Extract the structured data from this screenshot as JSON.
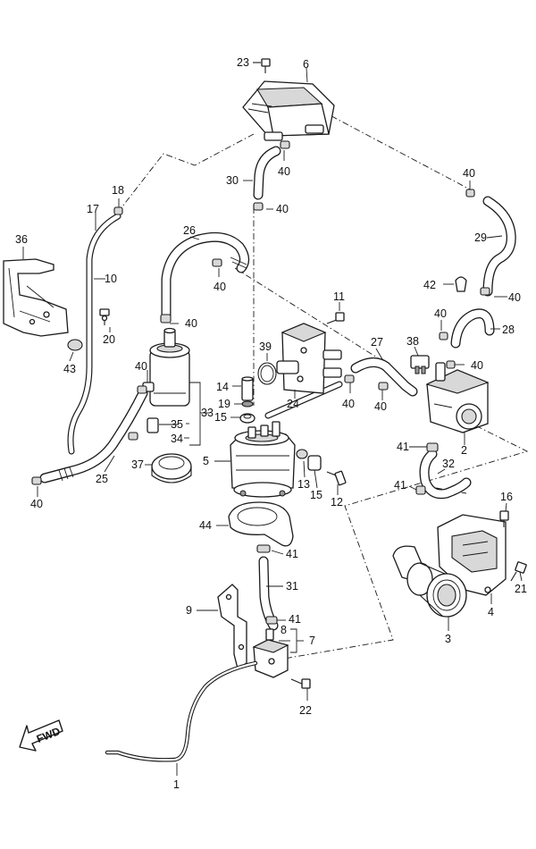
{
  "diagram": {
    "direction_label": "FWD",
    "callouts": [
      {
        "id": "p23",
        "label": "23"
      },
      {
        "id": "p6",
        "label": "6"
      },
      {
        "id": "p40a",
        "label": "40"
      },
      {
        "id": "p30",
        "label": "30"
      },
      {
        "id": "p40b",
        "label": "40"
      },
      {
        "id": "p40c",
        "label": "40"
      },
      {
        "id": "p18",
        "label": "18"
      },
      {
        "id": "p17",
        "label": "17"
      },
      {
        "id": "p36",
        "label": "36"
      },
      {
        "id": "p26",
        "label": "26"
      },
      {
        "id": "p29",
        "label": "29"
      },
      {
        "id": "p10",
        "label": "10"
      },
      {
        "id": "p40d",
        "label": "40"
      },
      {
        "id": "p42",
        "label": "42"
      },
      {
        "id": "p40e",
        "label": "40"
      },
      {
        "id": "p11",
        "label": "11"
      },
      {
        "id": "p20",
        "label": "20"
      },
      {
        "id": "p40f",
        "label": "40"
      },
      {
        "id": "p40g",
        "label": "40"
      },
      {
        "id": "p28",
        "label": "28"
      },
      {
        "id": "p27",
        "label": "27"
      },
      {
        "id": "p38",
        "label": "38"
      },
      {
        "id": "p39",
        "label": "39"
      },
      {
        "id": "p43",
        "label": "43"
      },
      {
        "id": "p40h",
        "label": "40"
      },
      {
        "id": "p40i",
        "label": "40"
      },
      {
        "id": "p14",
        "label": "14"
      },
      {
        "id": "p24",
        "label": "24"
      },
      {
        "id": "p33",
        "label": "33"
      },
      {
        "id": "p40j",
        "label": "40"
      },
      {
        "id": "p40k",
        "label": "40"
      },
      {
        "id": "p19",
        "label": "19"
      },
      {
        "id": "p35",
        "label": "35"
      },
      {
        "id": "p15a",
        "label": "15"
      },
      {
        "id": "p34",
        "label": "34"
      },
      {
        "id": "p2",
        "label": "2"
      },
      {
        "id": "p41a",
        "label": "41"
      },
      {
        "id": "p5",
        "label": "5"
      },
      {
        "id": "p37",
        "label": "37"
      },
      {
        "id": "p32",
        "label": "32"
      },
      {
        "id": "p25",
        "label": "25"
      },
      {
        "id": "p13",
        "label": "13"
      },
      {
        "id": "p41b",
        "label": "41"
      },
      {
        "id": "p40l",
        "label": "40"
      },
      {
        "id": "p15b",
        "label": "15"
      },
      {
        "id": "p12",
        "label": "12"
      },
      {
        "id": "p16",
        "label": "16"
      },
      {
        "id": "p44",
        "label": "44"
      },
      {
        "id": "p41c",
        "label": "41"
      },
      {
        "id": "p21",
        "label": "21"
      },
      {
        "id": "p31",
        "label": "31"
      },
      {
        "id": "p9",
        "label": "9"
      },
      {
        "id": "p4",
        "label": "4"
      },
      {
        "id": "p41d",
        "label": "41"
      },
      {
        "id": "p8",
        "label": "8"
      },
      {
        "id": "p7",
        "label": "7"
      },
      {
        "id": "p3",
        "label": "3"
      },
      {
        "id": "p22",
        "label": "22"
      },
      {
        "id": "p1",
        "label": "1"
      }
    ]
  }
}
